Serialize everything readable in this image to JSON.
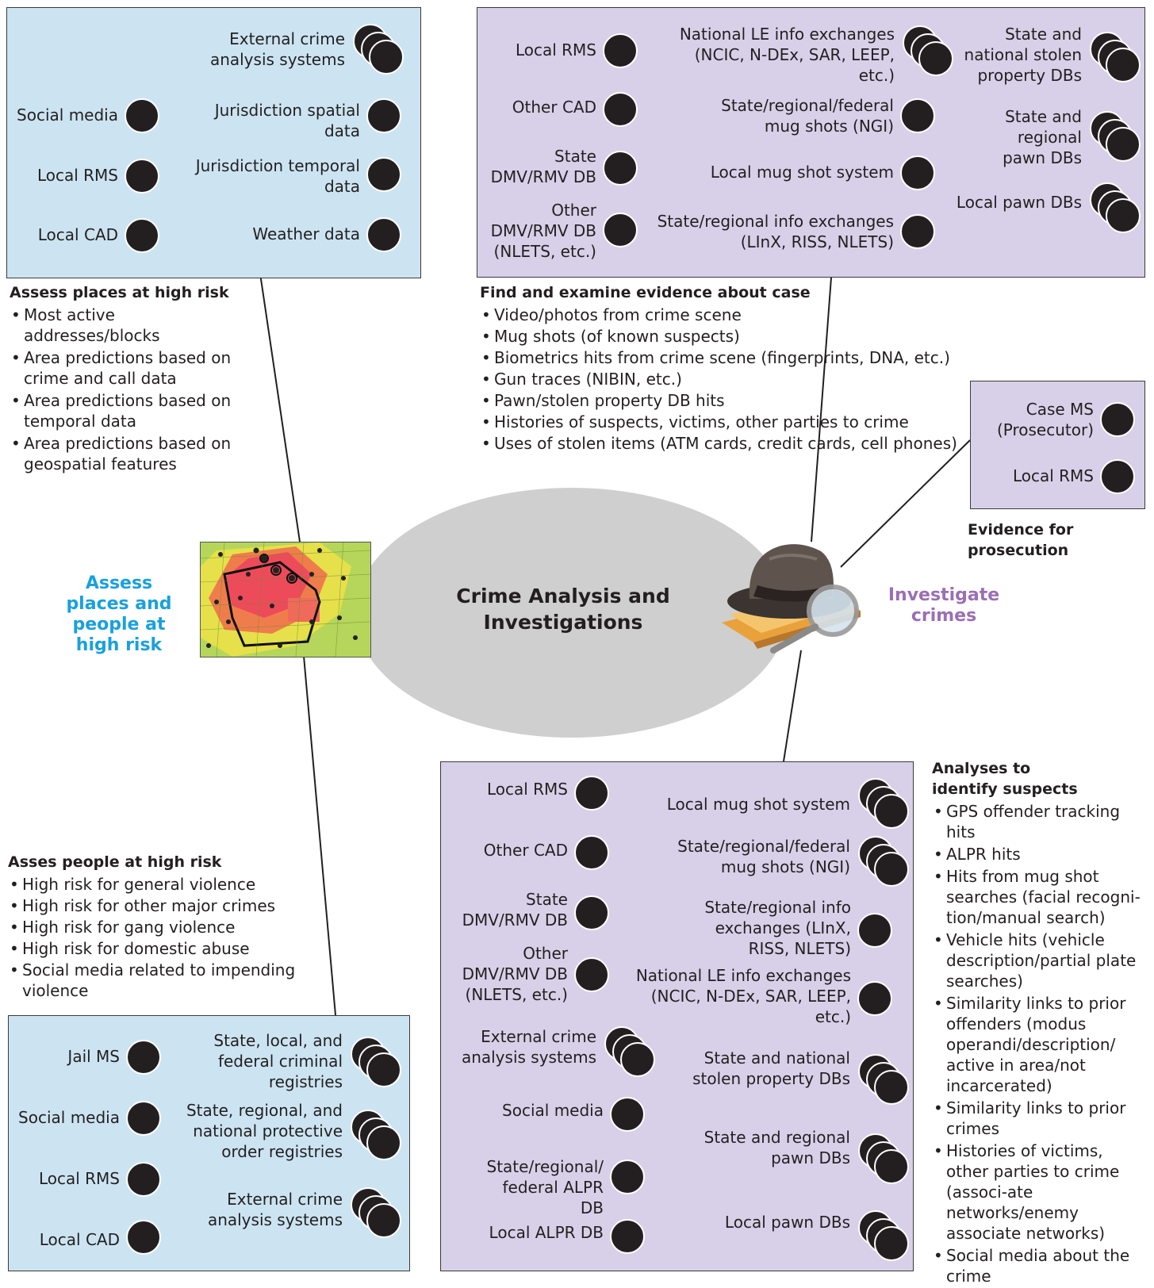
{
  "center": {
    "title": "Crime Analysis and Investigations"
  },
  "places_people": {
    "title": "Assess places and people at high risk",
    "color": "#1aa0de",
    "top_box": {
      "left_items": [
        "Social media",
        "Local RMS",
        "Local CAD"
      ],
      "right_items": [
        "External crime analysis systems",
        "Jurisdiction spatial data",
        "Jurisdiction temporal data",
        "Weather data"
      ]
    },
    "places": {
      "heading": "Assess places at high risk",
      "bullets": [
        "Most active addresses/blocks",
        "Area predictions based on crime and call data",
        "Area predictions based on temporal data",
        "Area predictions based on geospatial features"
      ]
    },
    "people": {
      "heading": "Asses people at high risk",
      "bullets": [
        "High risk for general violence",
        "High risk for other major crimes",
        "High risk for gang violence",
        "High risk for domestic abuse",
        "Social media related to impending violence"
      ]
    },
    "bottom_box": {
      "left_items": [
        "Jail MS",
        "Social media",
        "Local RMS",
        "Local CAD"
      ],
      "right_items": [
        "State, local, and federal criminal registries",
        "State, regional, and national protective order registries",
        "External crime analysis systems"
      ]
    }
  },
  "investigate": {
    "title": "Investigate crimes",
    "color": "#9b6fb5",
    "top_box": {
      "col1": [
        "Local RMS",
        "Other CAD",
        "State DMV/RMV DB",
        "Other DMV/RMV DB (NLETS, etc.)"
      ],
      "col2": [
        "National LE info exchanges (NCIC, N-DEx, SAR, LEEP, etc.)",
        "State/regional/federal mug shots (NGI)",
        "Local mug shot system",
        "State/regional info exchanges (LInX, RISS, NLETS)"
      ],
      "col3": [
        "State and national stolen property DBs",
        "State and regional pawn DBs",
        "Local pawn DBs"
      ]
    },
    "evidence": {
      "heading": "Find and examine evidence about case",
      "bullets": [
        "Video/photos from crime scene",
        "Mug shots (of known suspects)",
        "Biometrics hits from crime scene (fingerprints, DNA, etc.)",
        "Gun traces (NIBIN, etc.)",
        "Pawn/stolen property DB hits",
        "Histories of suspects, victims, other parties to crime",
        "Uses of stolen items (ATM cards, credit cards, cell phones)"
      ]
    },
    "prosecution": {
      "items": [
        "Case MS (Prosecutor)",
        "Local RMS"
      ],
      "heading": "Evidence for prosecution"
    },
    "bottom_box": {
      "col1": [
        "Local RMS",
        "Other CAD",
        "State DMV/RMV DB",
        "Other DMV/RMV DB (NLETS, etc.)",
        "External crime analysis systems",
        "Social media",
        "State/regional/ federal ALPR DB",
        "Local ALPR DB"
      ],
      "col2": [
        "Local mug shot system",
        "State/regional/federal mug shots (NGI)",
        "State/regional info exchanges (LInX, RISS, NLETS)",
        "National LE info exchanges (NCIC, N-DEx, SAR, LEEP, etc.)",
        "State and national stolen property DBs",
        "State and regional pawn DBs",
        "Local pawn DBs"
      ]
    },
    "suspects": {
      "heading": "Analyses to identify suspects",
      "bullets": [
        "GPS offender tracking hits",
        "ALPR hits",
        "Hits from mug shot searches (facial recogni-tion/manual search)",
        "Vehicle hits (vehicle description/partial plate searches)",
        "Similarity links to prior offenders (modus operandi/description/ active in area/not incarcerated)",
        "Similarity links to prior crimes",
        "Histories of victims, other parties to crime (associ-ate networks/enemy associate networks)",
        "Social media about the crime"
      ]
    }
  }
}
